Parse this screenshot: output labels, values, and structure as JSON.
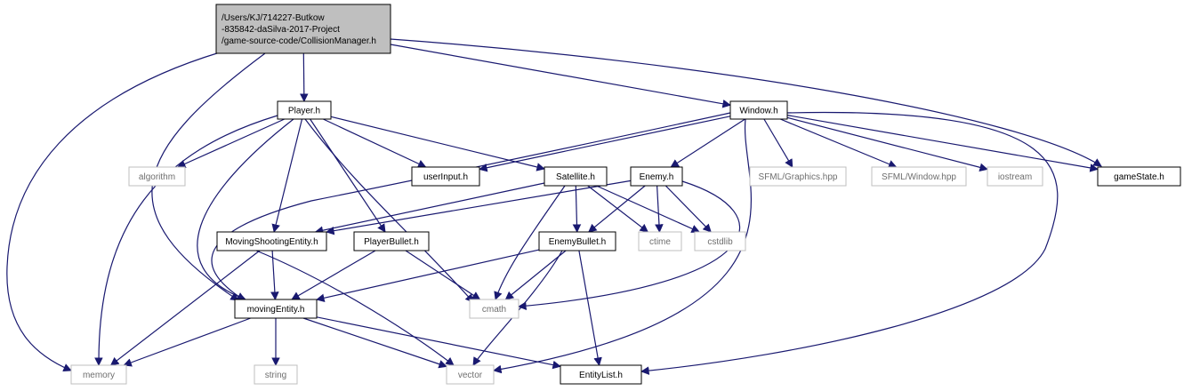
{
  "colors": {
    "edge": "#191970",
    "root_fill": "#bfbfbf",
    "root_stroke": "#000000",
    "local_stroke": "#000000",
    "system_stroke": "#bfbfbf",
    "local_text": "#000000",
    "system_text": "#6e6e6e"
  },
  "nodes": [
    {
      "id": "root",
      "lines": [
        "/Users/KJ/714227-Butkow",
        "-835842-daSilva-2017-Project",
        "/game-source-code/CollisionManager.h"
      ],
      "kind": "root"
    },
    {
      "id": "player",
      "lines": [
        "Player.h"
      ],
      "kind": "local"
    },
    {
      "id": "window",
      "lines": [
        "Window.h"
      ],
      "kind": "local"
    },
    {
      "id": "algorithm",
      "lines": [
        "algorithm"
      ],
      "kind": "system"
    },
    {
      "id": "userinput",
      "lines": [
        "userInput.h"
      ],
      "kind": "local"
    },
    {
      "id": "satellite",
      "lines": [
        "Satellite.h"
      ],
      "kind": "local"
    },
    {
      "id": "enemy",
      "lines": [
        "Enemy.h"
      ],
      "kind": "local"
    },
    {
      "id": "sfmlgraphics",
      "lines": [
        "SFML/Graphics.hpp"
      ],
      "kind": "system"
    },
    {
      "id": "sfmlwindow",
      "lines": [
        "SFML/Window.hpp"
      ],
      "kind": "system"
    },
    {
      "id": "iostream",
      "lines": [
        "iostream"
      ],
      "kind": "system"
    },
    {
      "id": "gamestate",
      "lines": [
        "gameState.h"
      ],
      "kind": "local"
    },
    {
      "id": "movingshooting",
      "lines": [
        "MovingShootingEntity.h"
      ],
      "kind": "local"
    },
    {
      "id": "playerbullet",
      "lines": [
        "PlayerBullet.h"
      ],
      "kind": "local"
    },
    {
      "id": "enemybullet",
      "lines": [
        "EnemyBullet.h"
      ],
      "kind": "local"
    },
    {
      "id": "ctime",
      "lines": [
        "ctime"
      ],
      "kind": "system"
    },
    {
      "id": "cstdlib",
      "lines": [
        "cstdlib"
      ],
      "kind": "system"
    },
    {
      "id": "cmath",
      "lines": [
        "cmath"
      ],
      "kind": "system"
    },
    {
      "id": "movingentity",
      "lines": [
        "movingEntity.h"
      ],
      "kind": "local"
    },
    {
      "id": "memory",
      "lines": [
        "memory"
      ],
      "kind": "system"
    },
    {
      "id": "string",
      "lines": [
        "string"
      ],
      "kind": "system"
    },
    {
      "id": "vector",
      "lines": [
        "vector"
      ],
      "kind": "system"
    },
    {
      "id": "entitylist",
      "lines": [
        "EntityList.h"
      ],
      "kind": "local"
    }
  ],
  "edges": [
    {
      "from": "root",
      "to": "player"
    },
    {
      "from": "root",
      "to": "window"
    },
    {
      "from": "root",
      "to": "memory"
    },
    {
      "from": "root",
      "to": "movingentity"
    },
    {
      "from": "root",
      "to": "gamestate"
    },
    {
      "from": "player",
      "to": "algorithm"
    },
    {
      "from": "player",
      "to": "userinput"
    },
    {
      "from": "player",
      "to": "satellite"
    },
    {
      "from": "player",
      "to": "movingshooting"
    },
    {
      "from": "player",
      "to": "playerbullet"
    },
    {
      "from": "player",
      "to": "movingentity"
    },
    {
      "from": "player",
      "to": "cmath"
    },
    {
      "from": "player",
      "to": "memory"
    },
    {
      "from": "window",
      "to": "userinput"
    },
    {
      "from": "window",
      "to": "enemy"
    },
    {
      "from": "window",
      "to": "sfmlgraphics"
    },
    {
      "from": "window",
      "to": "sfmlwindow"
    },
    {
      "from": "window",
      "to": "iostream"
    },
    {
      "from": "window",
      "to": "gamestate"
    },
    {
      "from": "window",
      "to": "movingentity"
    },
    {
      "from": "window",
      "to": "vector"
    },
    {
      "from": "window",
      "to": "entitylist"
    },
    {
      "from": "satellite",
      "to": "movingshooting"
    },
    {
      "from": "satellite",
      "to": "enemybullet"
    },
    {
      "from": "satellite",
      "to": "ctime"
    },
    {
      "from": "satellite",
      "to": "cstdlib"
    },
    {
      "from": "satellite",
      "to": "cmath"
    },
    {
      "from": "enemy",
      "to": "movingshooting"
    },
    {
      "from": "enemy",
      "to": "enemybullet"
    },
    {
      "from": "enemy",
      "to": "ctime"
    },
    {
      "from": "enemy",
      "to": "cstdlib"
    },
    {
      "from": "enemy",
      "to": "cmath"
    },
    {
      "from": "movingshooting",
      "to": "movingentity"
    },
    {
      "from": "movingshooting",
      "to": "memory"
    },
    {
      "from": "movingshooting",
      "to": "vector"
    },
    {
      "from": "playerbullet",
      "to": "movingentity"
    },
    {
      "from": "playerbullet",
      "to": "cmath"
    },
    {
      "from": "enemybullet",
      "to": "movingentity"
    },
    {
      "from": "enemybullet",
      "to": "cmath"
    },
    {
      "from": "enemybullet",
      "to": "vector"
    },
    {
      "from": "enemybullet",
      "to": "entitylist"
    },
    {
      "from": "movingentity",
      "to": "memory"
    },
    {
      "from": "movingentity",
      "to": "string"
    },
    {
      "from": "movingentity",
      "to": "vector"
    },
    {
      "from": "movingentity",
      "to": "entitylist"
    }
  ]
}
